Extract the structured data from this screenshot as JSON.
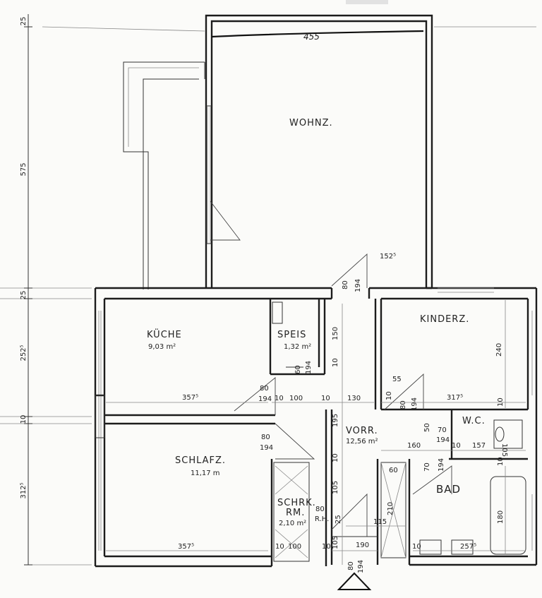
{
  "rooms": {
    "wohnz": {
      "name": "WOHNZ."
    },
    "kueche": {
      "name": "KÜCHE",
      "area": "9,03 m²"
    },
    "speis": {
      "name": "SPEIS",
      "area": "1,32 m²"
    },
    "kinderz": {
      "name": "KINDERZ."
    },
    "wc": {
      "name": "W.C."
    },
    "vorr": {
      "name": "VORR.",
      "area": "12,56 m²"
    },
    "schlafz": {
      "name": "SCHLAFZ.",
      "area": "11,17 m"
    },
    "schrk": {
      "name": "SCHRK.",
      "name2": "RM.",
      "area": "2,10 m²",
      "rh": "R.H."
    },
    "bad": {
      "name": "BAD"
    }
  },
  "handwritten": {
    "top_width": "455"
  },
  "left_dims": [
    "25",
    "575",
    "25",
    "252⁵",
    "10",
    "312⁵"
  ],
  "dims": {
    "d_1525": "152⁵",
    "d_80a": "80",
    "d_194a": "194",
    "d_3575a": "357⁵",
    "d_80b": "80",
    "d_194b": "194",
    "d_10a": "10",
    "d_100a": "100",
    "d_10b": "10",
    "d_130": "130",
    "d_150": "150",
    "d_10c": "10",
    "d_60a": "60",
    "d_194c": "194",
    "d_80c": "80",
    "d_194d": "194",
    "d_195": "195",
    "d_10d": "10",
    "d_105a": "105",
    "d_80d": "80",
    "d_25": "25",
    "d_105b": "105",
    "d_10e": "10",
    "d_100b": "100",
    "d_10f": "10",
    "d_3575b": "357⁵",
    "d_190": "190",
    "d_80e": "80",
    "d_194e": "194",
    "d_55": "55",
    "d_10g": "10",
    "d_80f": "80",
    "d_194f": "194",
    "d_3175": "317⁵",
    "d_240": "240",
    "d_10h": "10",
    "d_50": "50",
    "d_70a": "70",
    "d_194g": "194",
    "d_160": "160",
    "d_10i": "10",
    "d_157": "157",
    "d_105c": "105",
    "d_10j": "10",
    "d_60b": "60",
    "d_70b": "70",
    "d_194h": "194",
    "d_210": "210",
    "d_115": "115",
    "d_10k": "10",
    "d_2575": "257⁵",
    "d_180": "180"
  }
}
